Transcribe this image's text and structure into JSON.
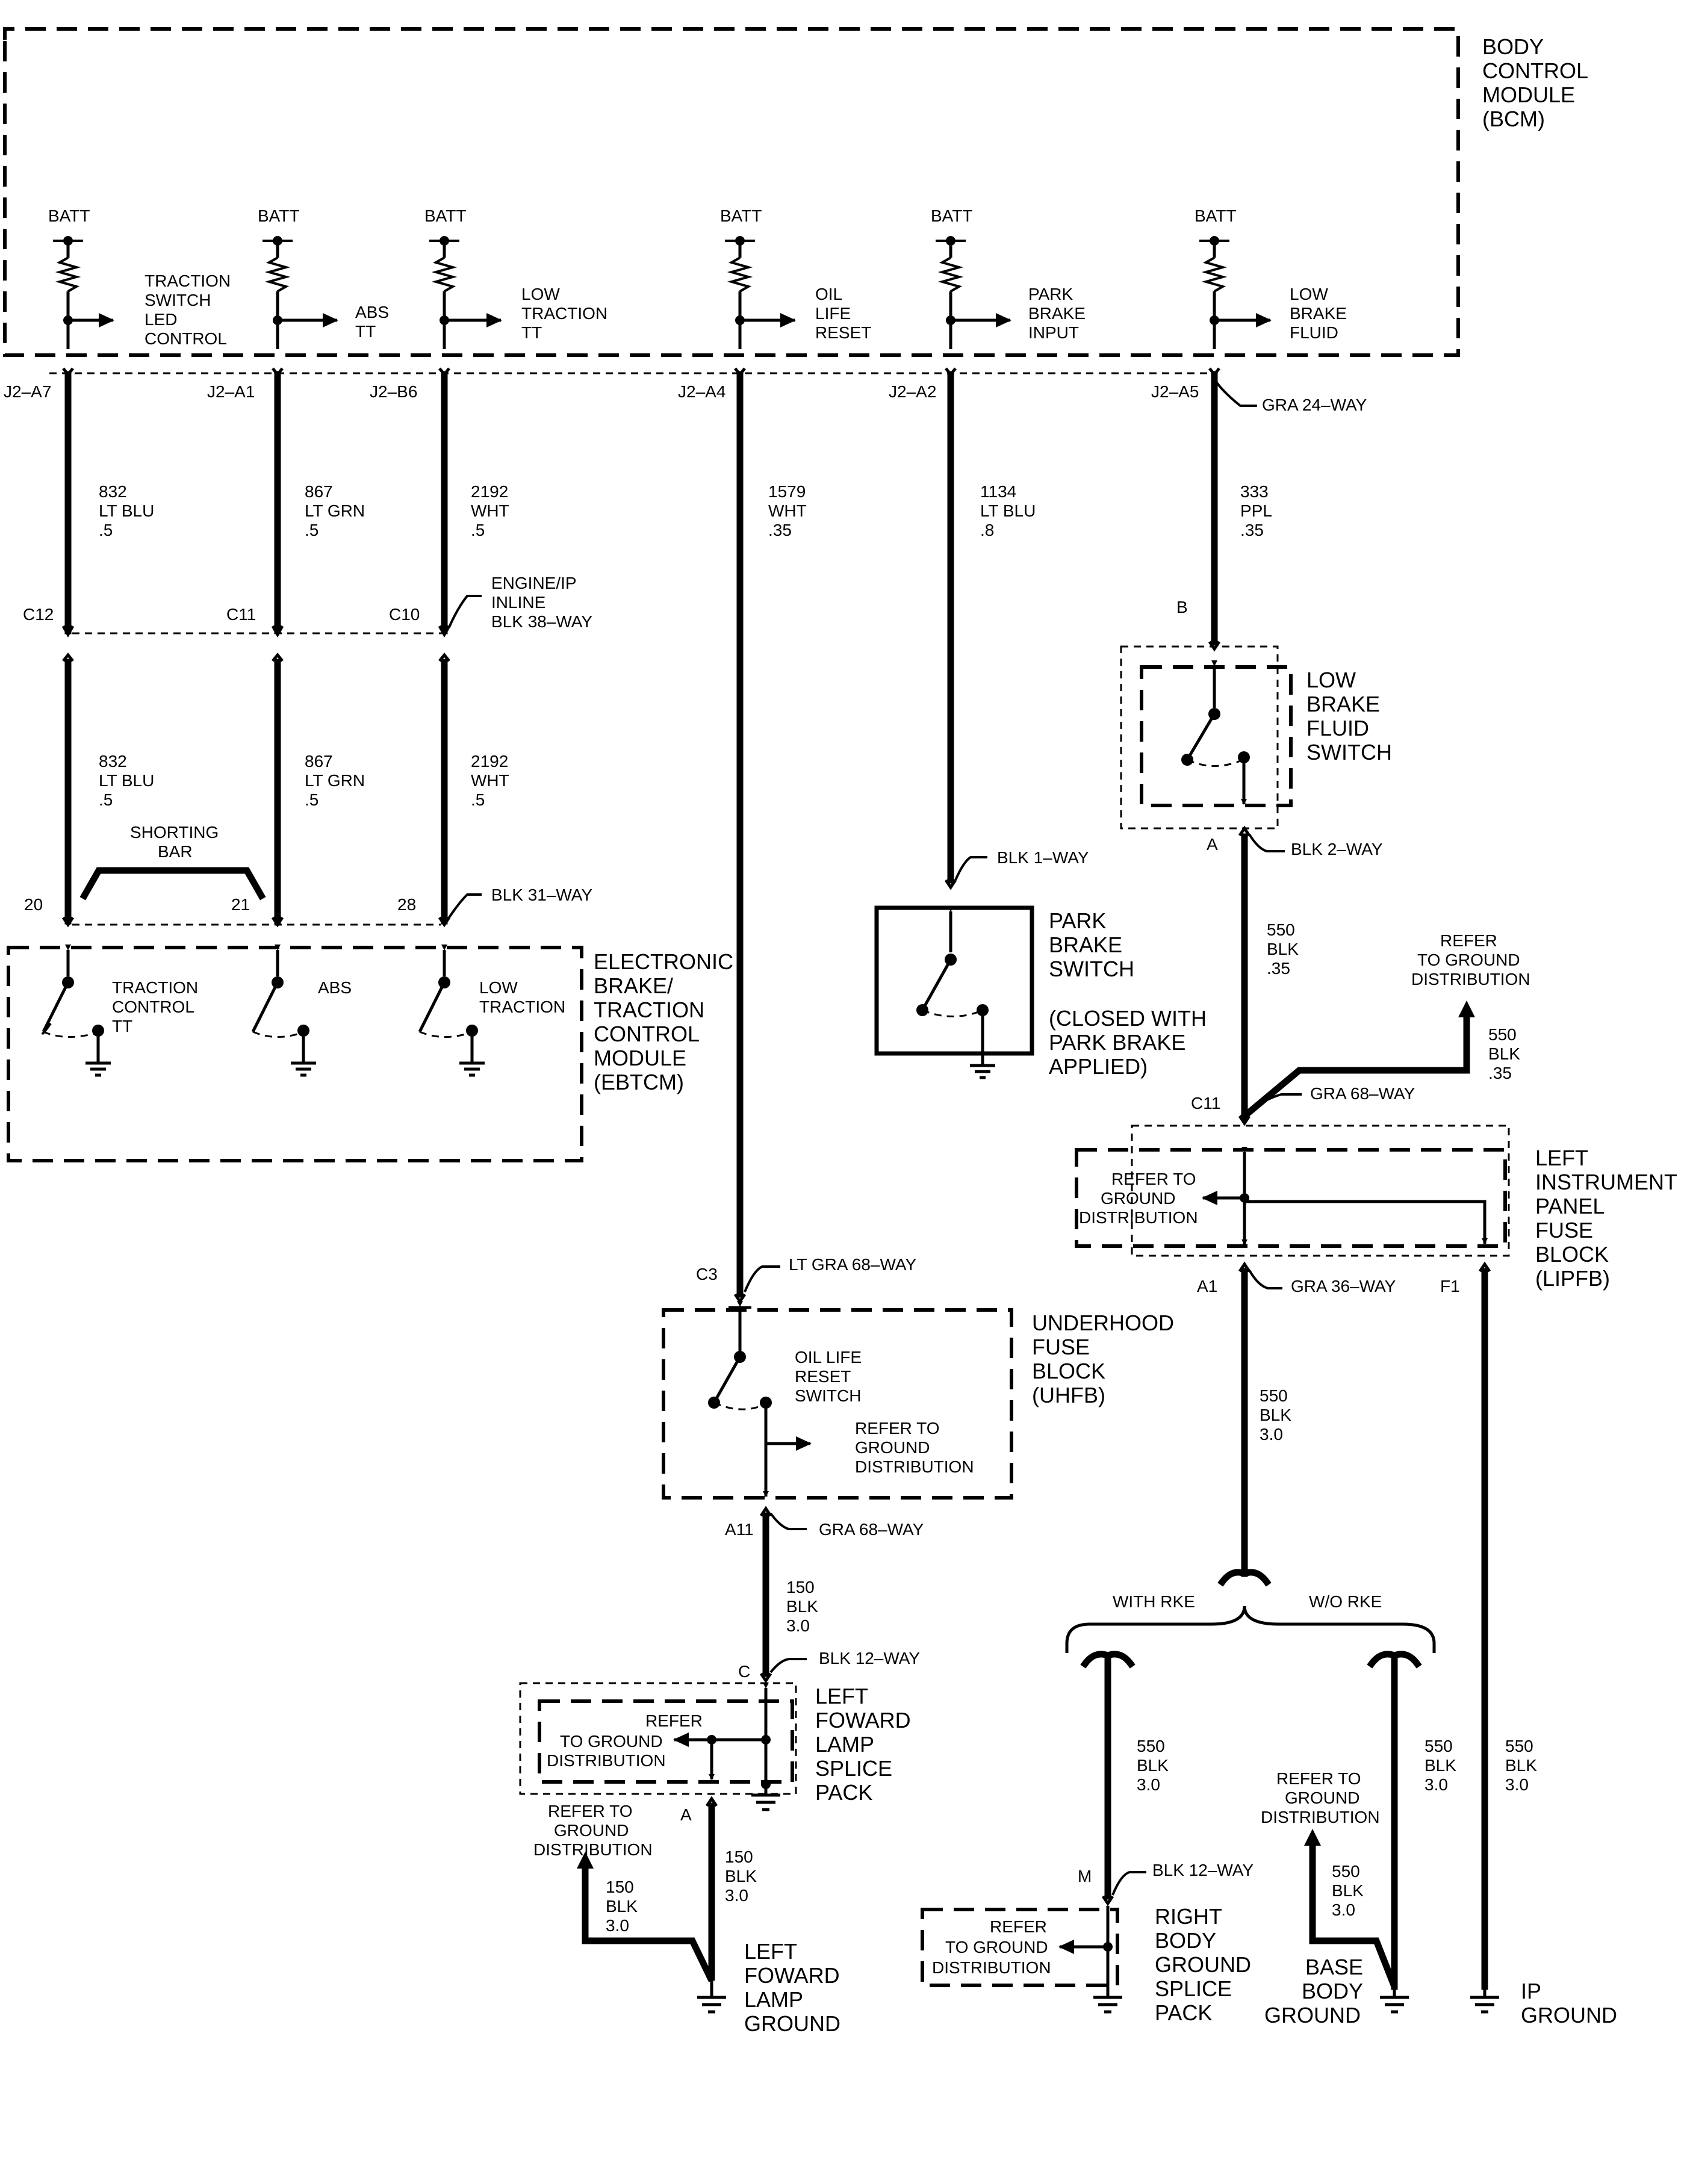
{
  "modules": {
    "bcm": [
      "BODY",
      "CONTROL",
      "MODULE",
      "(BCM)"
    ],
    "ebtcm": [
      "ELECTRONIC",
      "BRAKE/",
      "TRACTION",
      "CONTROL",
      "MODULE",
      "(EBTCM)"
    ],
    "low_brake_fluid_switch": [
      "LOW",
      "BRAKE",
      "FLUID",
      "SWITCH"
    ],
    "park_brake_switch": [
      "PARK",
      "BRAKE",
      "SWITCH"
    ],
    "park_brake_note": [
      "(CLOSED WITH",
      "PARK BRAKE",
      "APPLIED)"
    ],
    "lipfb": [
      "LEFT",
      "INSTRUMENT",
      "PANEL",
      "FUSE",
      "BLOCK",
      "(LIPFB)"
    ],
    "uhfb": [
      "UNDERHOOD",
      "FUSE",
      "BLOCK",
      "(UHFB)"
    ],
    "oil_life_reset_switch": [
      "OIL LIFE",
      "RESET",
      "SWITCH"
    ],
    "left_foward_lamp_splice_pack": [
      "LEFT",
      "FOWARD",
      "LAMP",
      "SPLICE",
      "PACK"
    ],
    "right_body_ground_splice_pack": [
      "RIGHT",
      "BODY",
      "GROUND",
      "SPLICE",
      "PACK"
    ]
  },
  "bcm_inputs": [
    {
      "batt": "BATT",
      "label": [
        "TRACTION",
        "SWITCH",
        "LED",
        "CONTROL"
      ],
      "pin": "J2–A7"
    },
    {
      "batt": "BATT",
      "label": [
        "ABS",
        "TT"
      ],
      "pin": "J2–A1"
    },
    {
      "batt": "BATT",
      "label": [
        "LOW",
        "TRACTION",
        "TT"
      ],
      "pin": "J2–B6"
    },
    {
      "batt": "BATT",
      "label": [
        "OIL",
        "LIFE",
        "RESET"
      ],
      "pin": "J2–A4"
    },
    {
      "batt": "BATT",
      "label": [
        "PARK",
        "BRAKE",
        "INPUT"
      ],
      "pin": "J2–A2"
    },
    {
      "batt": "BATT",
      "label": [
        "LOW",
        "BRAKE",
        "FLUID"
      ],
      "pin": "J2–A5"
    }
  ],
  "connectors": {
    "bcm": "GRA 24–WAY",
    "engine_ip_inline": [
      "ENGINE/IP",
      "INLINE",
      "BLK 38–WAY"
    ],
    "ebtcm": "BLK 31–WAY",
    "park_brake": "BLK 1–WAY",
    "low_brake_fluid": "BLK 2–WAY",
    "lipfb_c11": "GRA 68–WAY",
    "lipfb_a1": "GRA 36–WAY",
    "uhfb_c3": "LT GRA 68–WAY",
    "uhfb_a11": "GRA 68–WAY",
    "splice_c": "BLK 12–WAY",
    "splice_m": "BLK 12–WAY"
  },
  "pins": {
    "inline": [
      "C12",
      "C11",
      "C10"
    ],
    "ebtcm": [
      "20",
      "21",
      "28"
    ],
    "lbf_b": "B",
    "lbf_a": "A",
    "lipfb_c11": "C11",
    "lipfb_a1": "A1",
    "lipfb_f1": "F1",
    "uhfb_c3": "C3",
    "uhfb_a11": "A11",
    "splice_c": "C",
    "splice_a": "A",
    "splice_m": "M"
  },
  "wires": {
    "w832a": [
      "832",
      "LT BLU",
      ".5"
    ],
    "w867a": [
      "867",
      "LT GRN",
      ".5"
    ],
    "w2192a": [
      "2192",
      "WHT",
      ".5"
    ],
    "w832b": [
      "832",
      "LT BLU",
      ".5"
    ],
    "w867b": [
      "867",
      "LT GRN",
      ".5"
    ],
    "w2192b": [
      "2192",
      "WHT",
      ".5"
    ],
    "w1579": [
      "1579",
      "WHT",
      ".35"
    ],
    "w1134": [
      "1134",
      "LT BLU",
      ".8"
    ],
    "w333": [
      "333",
      "PPL",
      ".35"
    ],
    "w550a": [
      "550",
      "BLK",
      ".35"
    ],
    "w550b": [
      "550",
      "BLK",
      ".35"
    ],
    "w550c": [
      "550",
      "BLK",
      "3.0"
    ],
    "w150a": [
      "150",
      "BLK",
      "3.0"
    ],
    "w150b": [
      "150",
      "BLK",
      "3.0"
    ],
    "w150c": [
      "150",
      "BLK",
      "3.0"
    ],
    "w550rke": [
      "550",
      "BLK",
      "3.0"
    ],
    "w550worke": [
      "550",
      "BLK",
      "3.0"
    ],
    "w550base": [
      "550",
      "BLK",
      "3.0"
    ],
    "w550ip": [
      "550",
      "BLK",
      "3.0"
    ]
  },
  "ebtcm_inputs": [
    {
      "label": [
        "TRACTION",
        "CONTROL",
        "TT"
      ]
    },
    {
      "label": [
        "ABS"
      ]
    },
    {
      "label": [
        "LOW",
        "TRACTION"
      ]
    }
  ],
  "shorting_bar": [
    "SHORTING",
    "BAR"
  ],
  "refer_ground": [
    "REFER",
    "TO GROUND",
    "DISTRIBUTION"
  ],
  "refer_ground_b": [
    "REFER TO",
    "GROUND",
    "DISTRIBUTION"
  ],
  "refer_ground_c": [
    "REFER TO",
    "GROUND",
    "DISTRIBUTION"
  ],
  "options": {
    "with_rke": "WITH RKE",
    "wo_rke": "W/O RKE"
  },
  "grounds": {
    "left_foward_lamp": [
      "LEFT",
      "FOWARD",
      "LAMP",
      "GROUND"
    ],
    "base_body": [
      "BASE",
      "BODY",
      "GROUND"
    ],
    "ip": [
      "IP",
      "GROUND"
    ]
  }
}
